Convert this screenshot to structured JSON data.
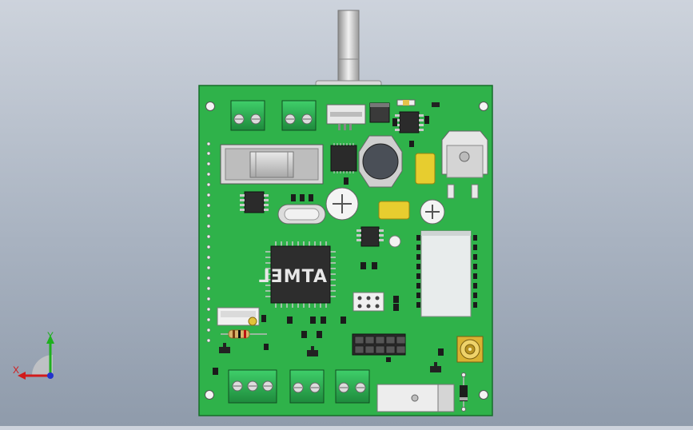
{
  "view": {
    "background_top": "#cdd3dc",
    "background_bottom": "#8f9bab",
    "board_color": "#2fb24a",
    "board_edge": "#1f8a34"
  },
  "triad": {
    "x_label": "X",
    "y_label": "Y",
    "x_color": "#d11b1b",
    "y_color": "#1eb01e",
    "z_color": "#2233cc"
  },
  "components": {
    "mcu_logo": "ATMEL",
    "antenna_label": "",
    "terminal_blocks_top": 2,
    "terminal_blocks_bottom": 3
  }
}
